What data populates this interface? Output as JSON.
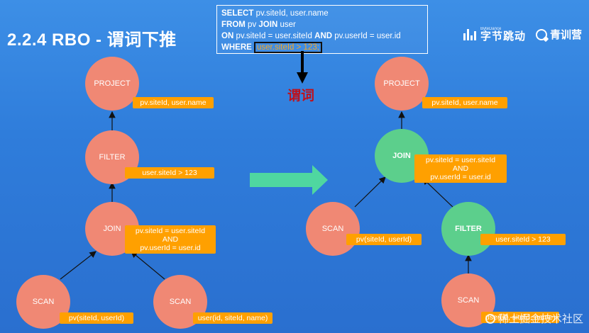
{
  "title": "2.2.4 RBO - 谓词下推",
  "sql": {
    "line1_kw": "SELECT",
    "line1_rest": " pv.siteId, user.name",
    "line2_kw1": "FROM",
    "line2_mid": " pv ",
    "line2_kw2": "JOIN",
    "line2_rest": " user",
    "line3_kw1": "ON",
    "line3_mid": " pv.siteId = user.siteId ",
    "line3_kw2": "AND",
    "line3_rest": " pv.userId = user.id",
    "line4_kw": "WHERE",
    "line4_highlight": "user.siteId > 123",
    "line4_end": ";"
  },
  "predicate_label": "谓词",
  "logos": {
    "bytedance_sub": "ByteDance",
    "bytedance_main": "字节跳动",
    "camp": "青训营"
  },
  "left_tree": {
    "project": {
      "label": "PROJECT",
      "tag": "pv.siteId, user.name"
    },
    "filter": {
      "label": "FILTER",
      "tag": "user.siteId > 123"
    },
    "join": {
      "label": "JOIN",
      "tag1": "pv.siteId = user.siteId",
      "tag2": "AND",
      "tag3": "pv.userId = user.id"
    },
    "scan_left": {
      "label": "SCAN",
      "tag": "pv(siteId, userId)"
    },
    "scan_right": {
      "label": "SCAN",
      "tag": "user(id, siteId, name)"
    }
  },
  "right_tree": {
    "project": {
      "label": "PROJECT",
      "tag": "pv.siteId, user.name"
    },
    "join": {
      "label": "JOIN",
      "tag1": "pv.siteId = user.siteId",
      "tag2": "AND",
      "tag3": "pv.userId = user.id"
    },
    "scan_left": {
      "label": "SCAN",
      "tag": "pv(siteId, userId)"
    },
    "filter": {
      "label": "FILTER",
      "tag": "user.siteId > 123"
    },
    "scan_bottom": {
      "label": "SCAN",
      "tag": "user(id, siteId, name)"
    }
  },
  "watermark": "稀土掘金技术社区",
  "colors": {
    "node_red": "#f08874",
    "node_green": "#5ccf8c",
    "tag_orange": "#ffa000",
    "predicate_red": "#c0101a",
    "arrow_green": "#4fd7a0"
  }
}
